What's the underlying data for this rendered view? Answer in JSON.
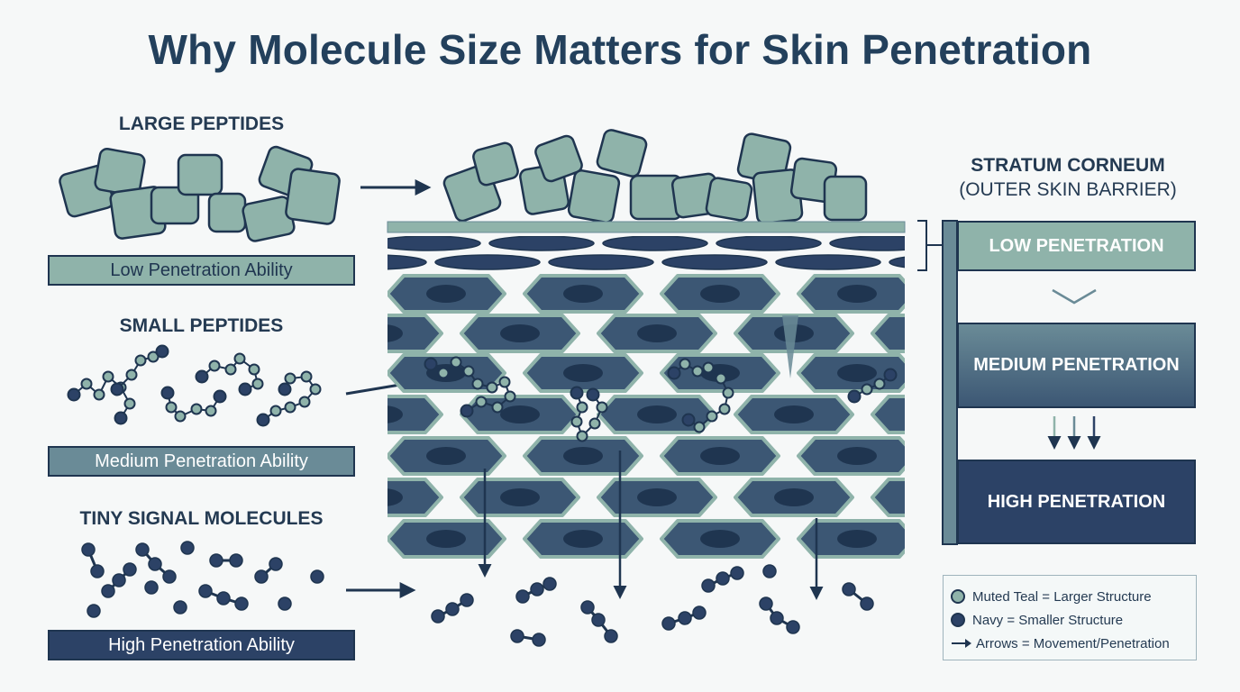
{
  "title": "Why Molecule Size Matters for Skin Penetration",
  "categories": [
    {
      "label": "LARGE PEPTIDES",
      "ability": "Low Penetration Ability"
    },
    {
      "label": "SMALL PEPTIDES",
      "ability": "Medium Penetration Ability"
    },
    {
      "label": "TINY SIGNAL MOLECULES",
      "ability": "High Penetration Ability"
    }
  ],
  "stratum": {
    "line1": "STRATUM CORNEUM",
    "line2": "(OUTER SKIN BARRIER)"
  },
  "penetration": {
    "low": "LOW PENETRATION",
    "medium": "MEDIUM PENETRATION",
    "high": "HIGH PENETRATION"
  },
  "legend": {
    "teal": "Muted Teal = Larger Structure",
    "navy": "Navy = Smaller Structure",
    "arrows": "Arrows = Movement/Penetration"
  },
  "colors": {
    "teal": "#8fb3aa",
    "navy": "#2c4266",
    "dark": "#1f3550",
    "mid": "#6a8b97"
  }
}
